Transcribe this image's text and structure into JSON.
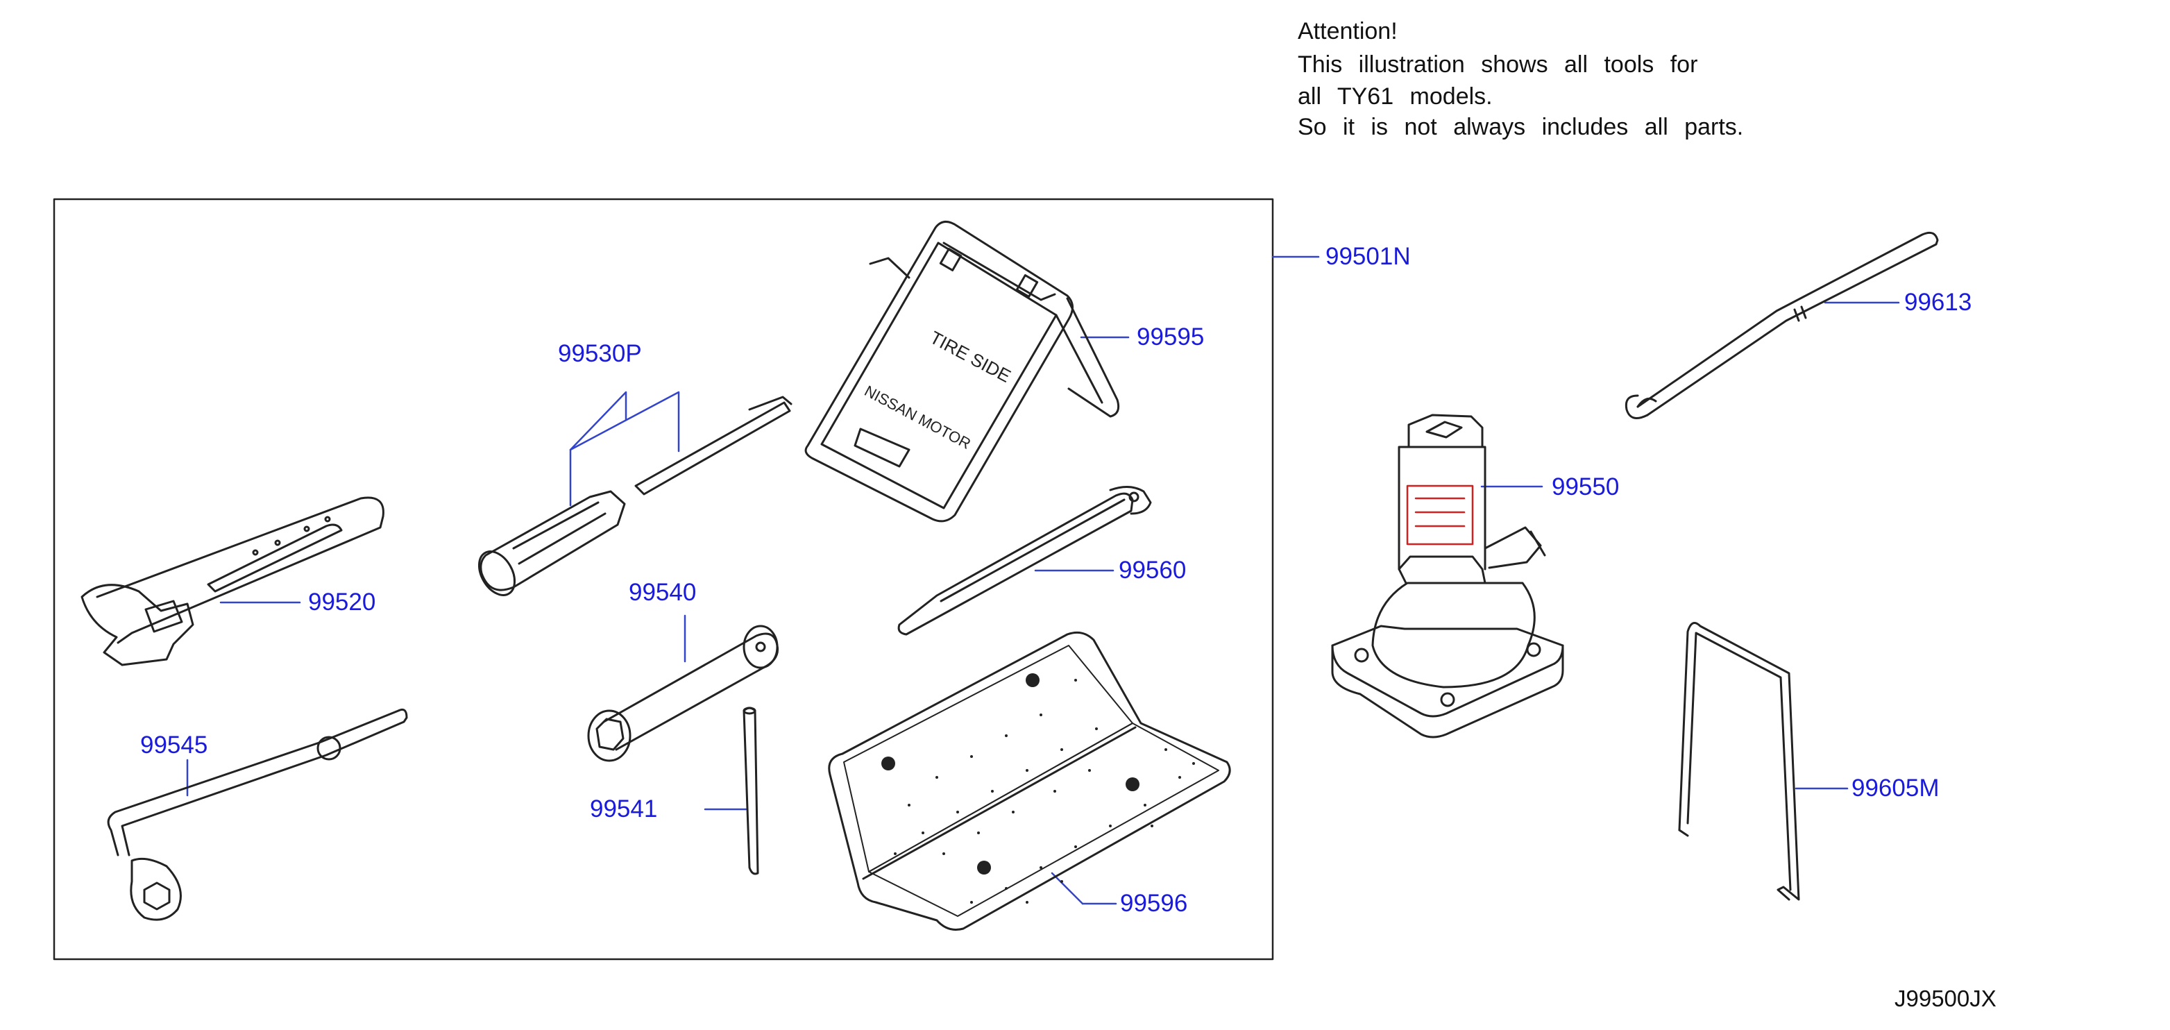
{
  "notice": {
    "lines": [
      "Attention!",
      "This illustration shows all tools for",
      "all TY61 models.",
      "So it is not always includes all parts."
    ]
  },
  "callouts": {
    "tool_set": "99501N",
    "wheel_chock": "99595",
    "screwdriver": "99530P",
    "spanner": "99520",
    "socket_wrench": "99540",
    "bar": "99541",
    "lug_wrench": "99545",
    "tire_gauge": "99560",
    "tool_bag": "99596",
    "jack_handle": "99613",
    "jack": "99550",
    "jack_bracket": "99605M"
  },
  "chock_text": {
    "tire_side": "TIRE SIDE",
    "brand": "NISSAN MOTOR"
  },
  "catalog_code": "J99500JX",
  "colors": {
    "callout": "#1a1adb",
    "line_art": "#222222",
    "accent_red": "#d42020"
  }
}
